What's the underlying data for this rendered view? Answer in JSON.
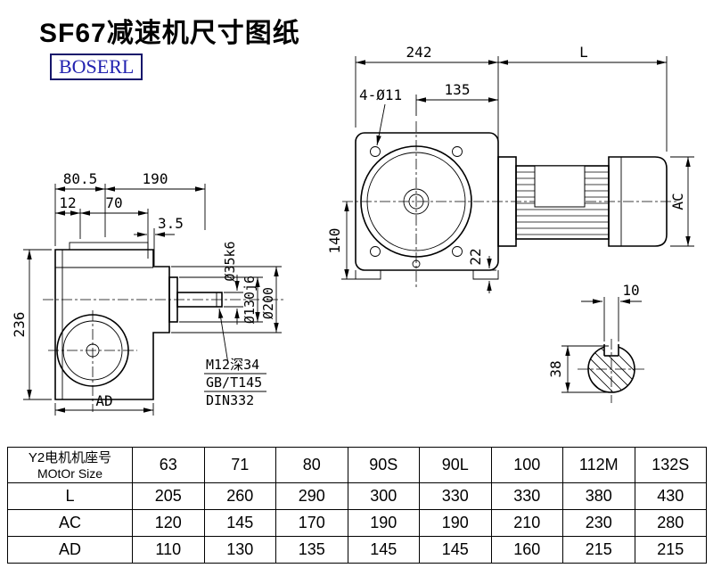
{
  "title": "SF67减速机尺寸图纸",
  "logo": {
    "text": "BOSERL",
    "text_color": "#2222b0",
    "border_color": "#16166b"
  },
  "front_view": {
    "dim_242": "242",
    "dim_L": "L",
    "dim_bolt": "4-Ø11",
    "dim_135": "135",
    "dim_140": "140",
    "dim_22": "22",
    "dim_AC": "AC"
  },
  "side_view": {
    "dim_805": "80.5",
    "dim_190": "190",
    "dim_12": "12",
    "dim_70": "70",
    "dim_35": "3.5",
    "dim_236": "236",
    "dim_AD": "AD",
    "dim_shaft": "Ø35k6",
    "dim_spigot": "Ø130j6",
    "dim_flange": "Ø200",
    "note_1": "M12深34",
    "note_2": "GB/T145",
    "note_3": "DIN332"
  },
  "shaft_section": {
    "dim_10": "10",
    "dim_38": "38"
  },
  "table": {
    "row_header_cn": "Y2电机机座号",
    "row_header_en": "MOtOr Size",
    "sizes": [
      "63",
      "71",
      "80",
      "90S",
      "90L",
      "100",
      "112M",
      "132S"
    ],
    "rows": [
      {
        "label": "L",
        "values": [
          "205",
          "260",
          "290",
          "300",
          "330",
          "330",
          "380",
          "430"
        ]
      },
      {
        "label": "AC",
        "values": [
          "120",
          "145",
          "170",
          "190",
          "190",
          "210",
          "230",
          "280"
        ]
      },
      {
        "label": "AD",
        "values": [
          "110",
          "130",
          "135",
          "145",
          "145",
          "160",
          "215",
          "215"
        ]
      }
    ]
  }
}
